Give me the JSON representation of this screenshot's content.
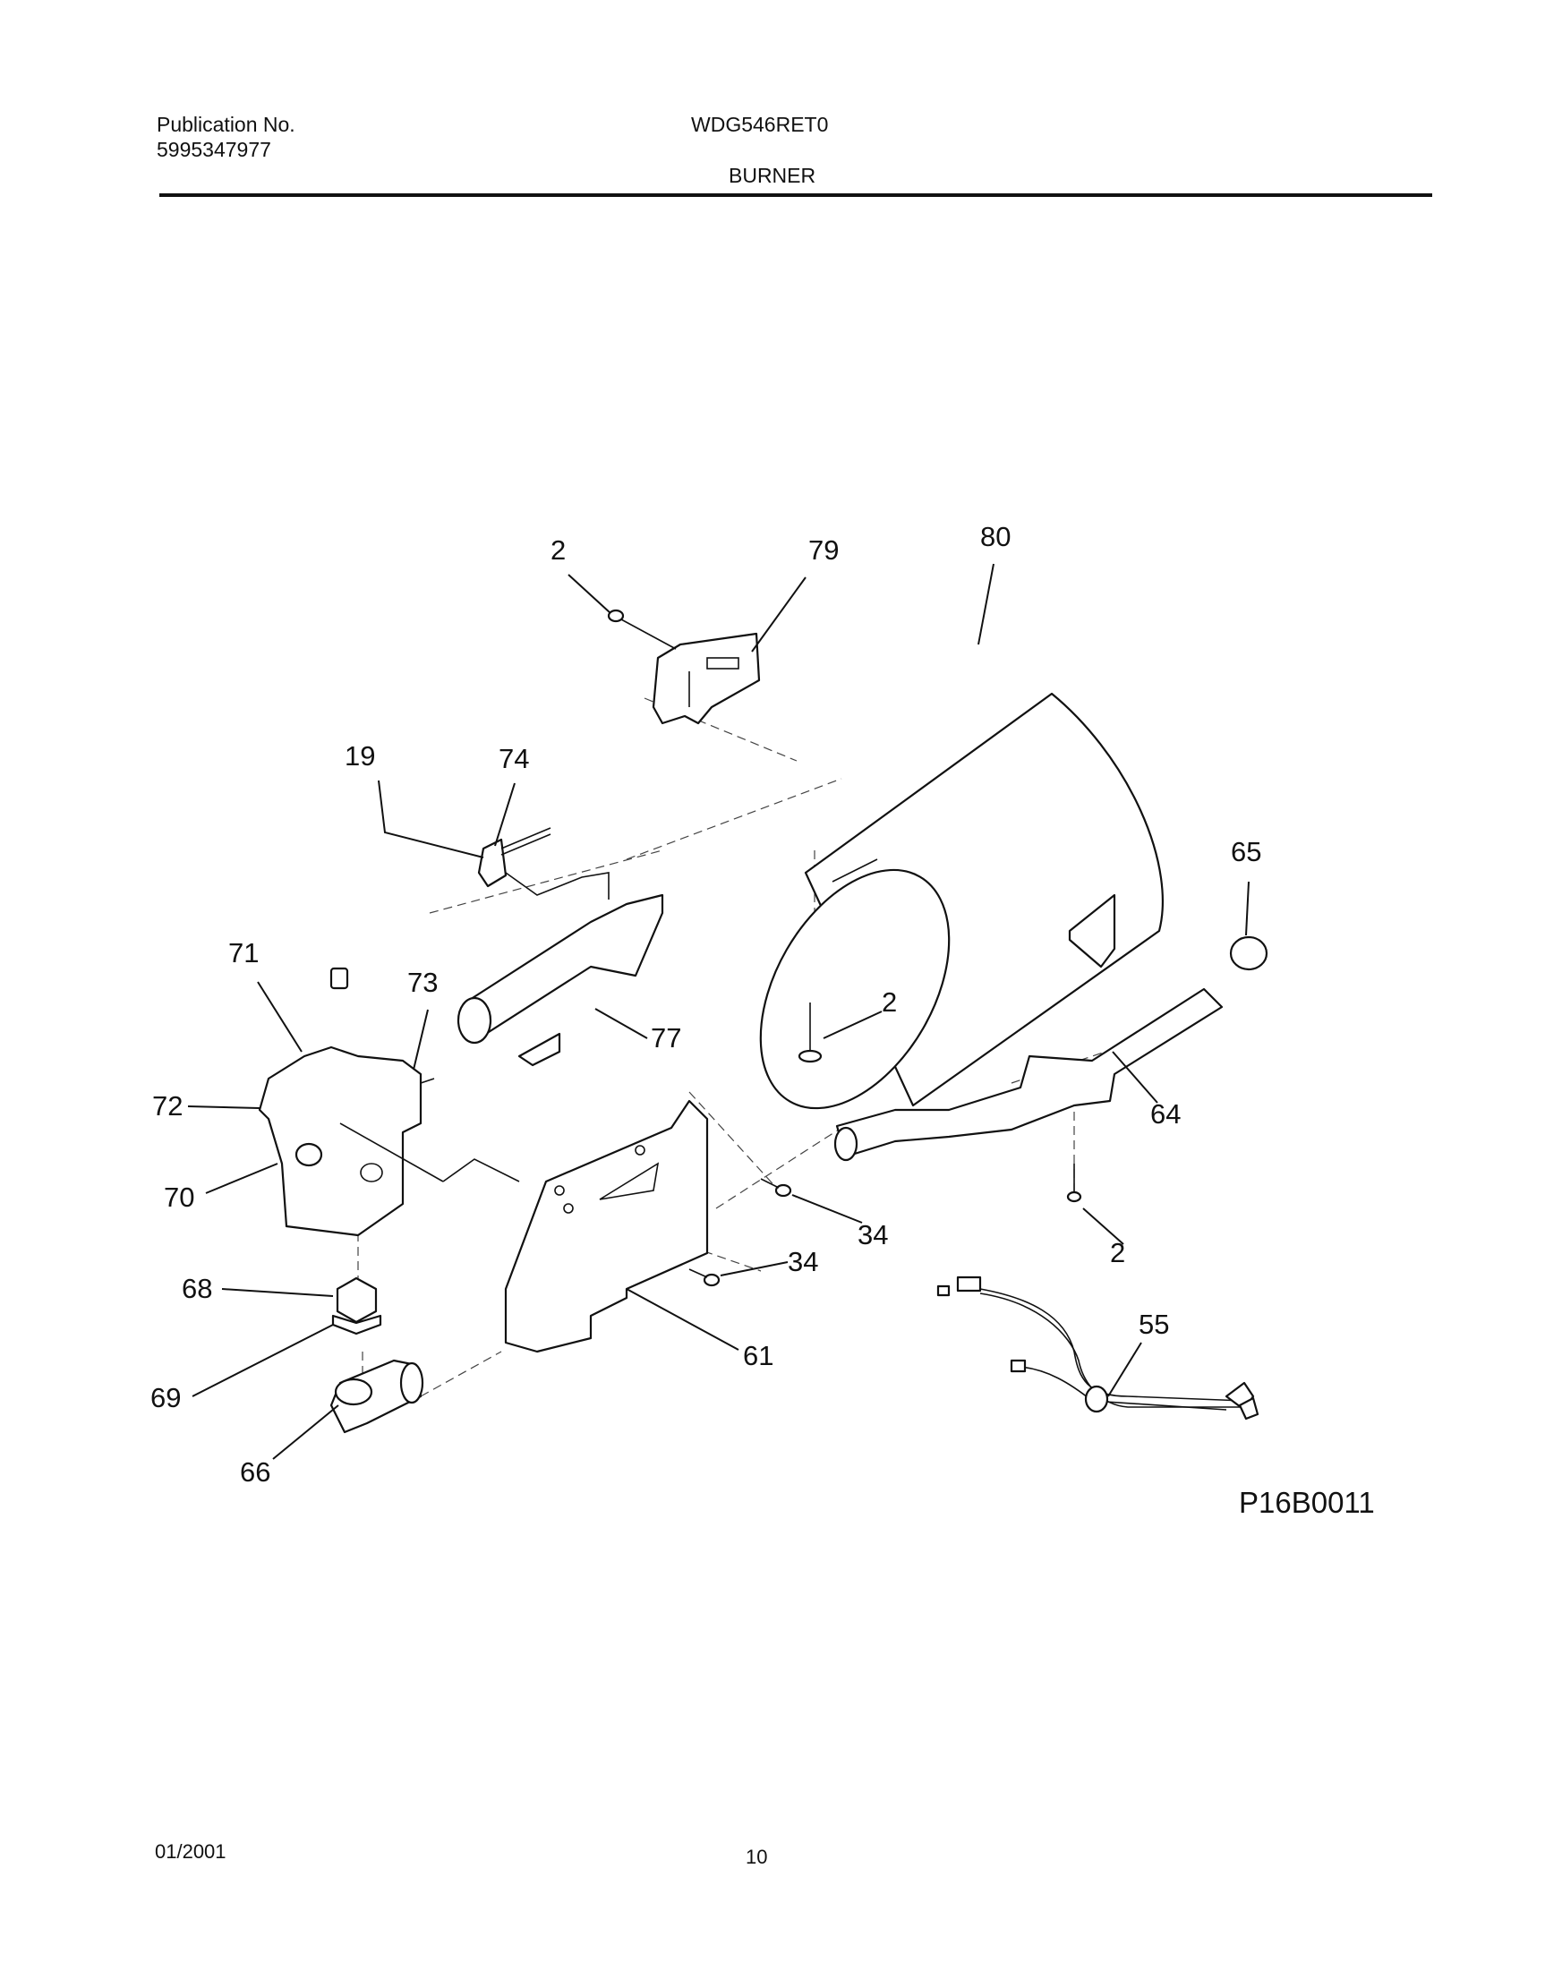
{
  "header": {
    "publication_label": "Publication No.",
    "publication_number": "5995347977",
    "model": "WDG546RET0",
    "section_title": "BURNER"
  },
  "diagram": {
    "diagram_id": "P16B0011",
    "part_labels": {
      "screw_top": "2",
      "bracket_79": "79",
      "combustion_chamber_80": "80",
      "wire_19": "19",
      "igniter_74": "74",
      "grommet_65": "65",
      "valve_71": "71",
      "orifice_73": "73",
      "burner_tube_77": "77",
      "screw_chamber": "2",
      "crossover_64": "64",
      "valve_72": "72",
      "valve_70": "70",
      "screw_34a": "34",
      "screw_34b": "34",
      "screw_crossover": "2",
      "nut_68": "68",
      "harness_55": "55",
      "bracket_61": "61",
      "fitting_69": "69",
      "elbow_66": "66"
    }
  },
  "footer": {
    "date": "01/2001",
    "page_number": "10"
  }
}
